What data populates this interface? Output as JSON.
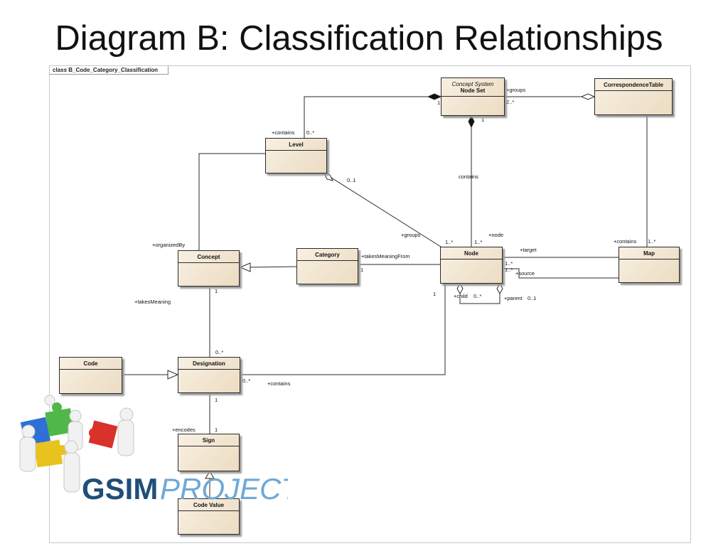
{
  "slide": {
    "title": "Diagram B: Classification Relationships"
  },
  "diagram": {
    "frame_label": "class B_Code_Category_Classification",
    "classes": {
      "node_set": {
        "stereotype": "Concept System",
        "name": "Node Set"
      },
      "correspondence_table": {
        "name": "CorrespondenceTable"
      },
      "level": {
        "name": "Level"
      },
      "concept": {
        "name": "Concept"
      },
      "category": {
        "name": "Category"
      },
      "node": {
        "name": "Node"
      },
      "map": {
        "name": "Map"
      },
      "code": {
        "name": "Code"
      },
      "designation": {
        "name": "Designation"
      },
      "sign": {
        "name": "Sign"
      },
      "code_value": {
        "name": "Code Value"
      }
    },
    "labels": {
      "groups_role": "+groups",
      "groups_mult": "2..*",
      "nodeset_level_mult": "1",
      "contains_role": "+contains",
      "contains_mult": "0..*",
      "nodeset_node_mult": "1",
      "contains_assoc": "contains",
      "level_node_mult": "0..1",
      "groups_role_node": "+groups",
      "groups_mult_node": "1..*",
      "node_role": "+node",
      "node_mult": "1..*",
      "organized_by": "+organizedBy",
      "takes_meaning_from": "+takesMeaningFrom",
      "category_mult": "1",
      "target_role": "+target",
      "target_mult": "1..*",
      "source_mult": "1..*",
      "source_role": "+source",
      "map_contains_role": "+contains",
      "map_contains_mult": "1..*",
      "node_designation_mult": "1",
      "child_role": "+child",
      "child_mult": "0..*",
      "parent_role": "+parent",
      "parent_mult": "0..1",
      "concept_mult": "1",
      "takes_meaning": "+takesMeaning",
      "designation_mult": "0..*",
      "designation_contains_mult": "0..*",
      "designation_contains_role": "+contains",
      "designation_sign_mult": "1",
      "encodes_role": "+encodes",
      "encodes_mult": "1"
    }
  },
  "logo": {
    "brand_bold": "GSIM",
    "brand_light": "PROJECT",
    "colors": {
      "bold": "#1f4e79",
      "light": "#6fa8d6",
      "puzzle": [
        "#2f6fd6",
        "#4fb848",
        "#e8c21f",
        "#d8322a"
      ]
    }
  }
}
